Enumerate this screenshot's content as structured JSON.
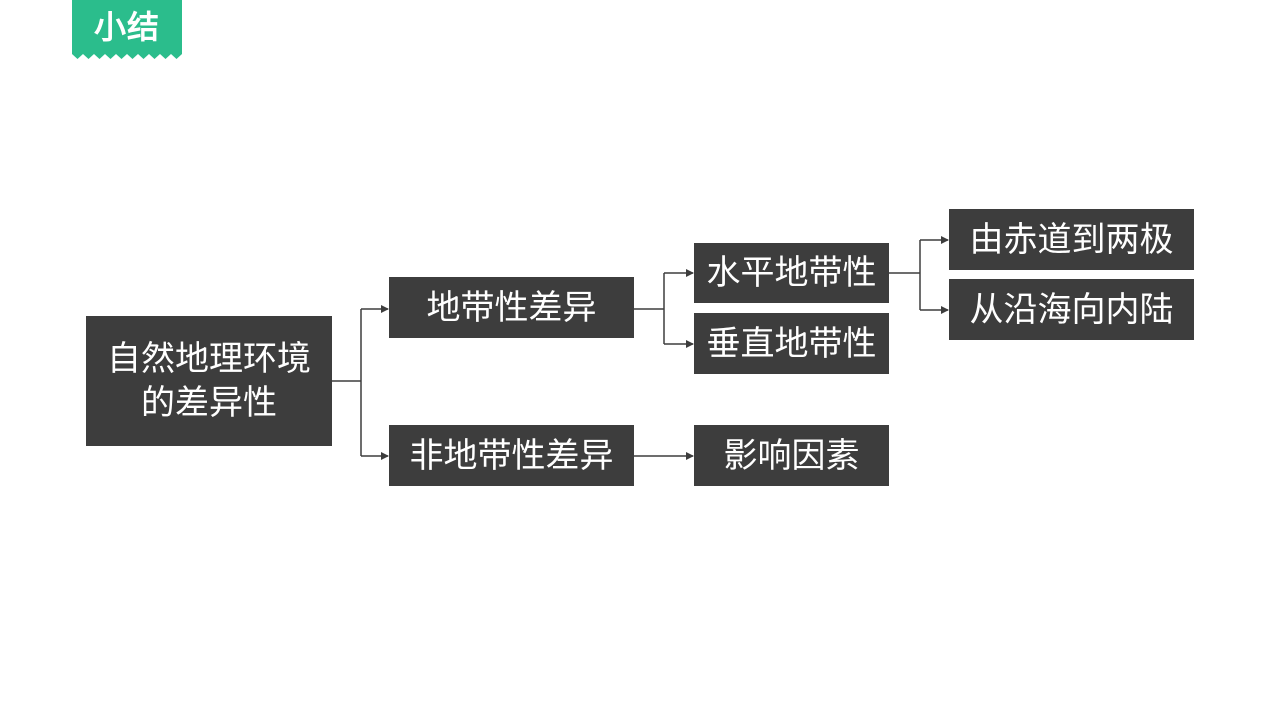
{
  "badge": {
    "label": "小结",
    "color": "#2bbd8c"
  },
  "diagram": {
    "node_color": "#3d3d3d",
    "line_color": "#3d3d3d",
    "root": {
      "line1": "自然地理环境",
      "line2": "的差异性"
    },
    "zonal": "地带性差异",
    "azonal": "非地带性差异",
    "horizontal": "水平地带性",
    "vertical": "垂直地带性",
    "equator_to_poles": "由赤道到两极",
    "coast_to_inland": "从沿海向内陆",
    "factors": "影响因素"
  }
}
